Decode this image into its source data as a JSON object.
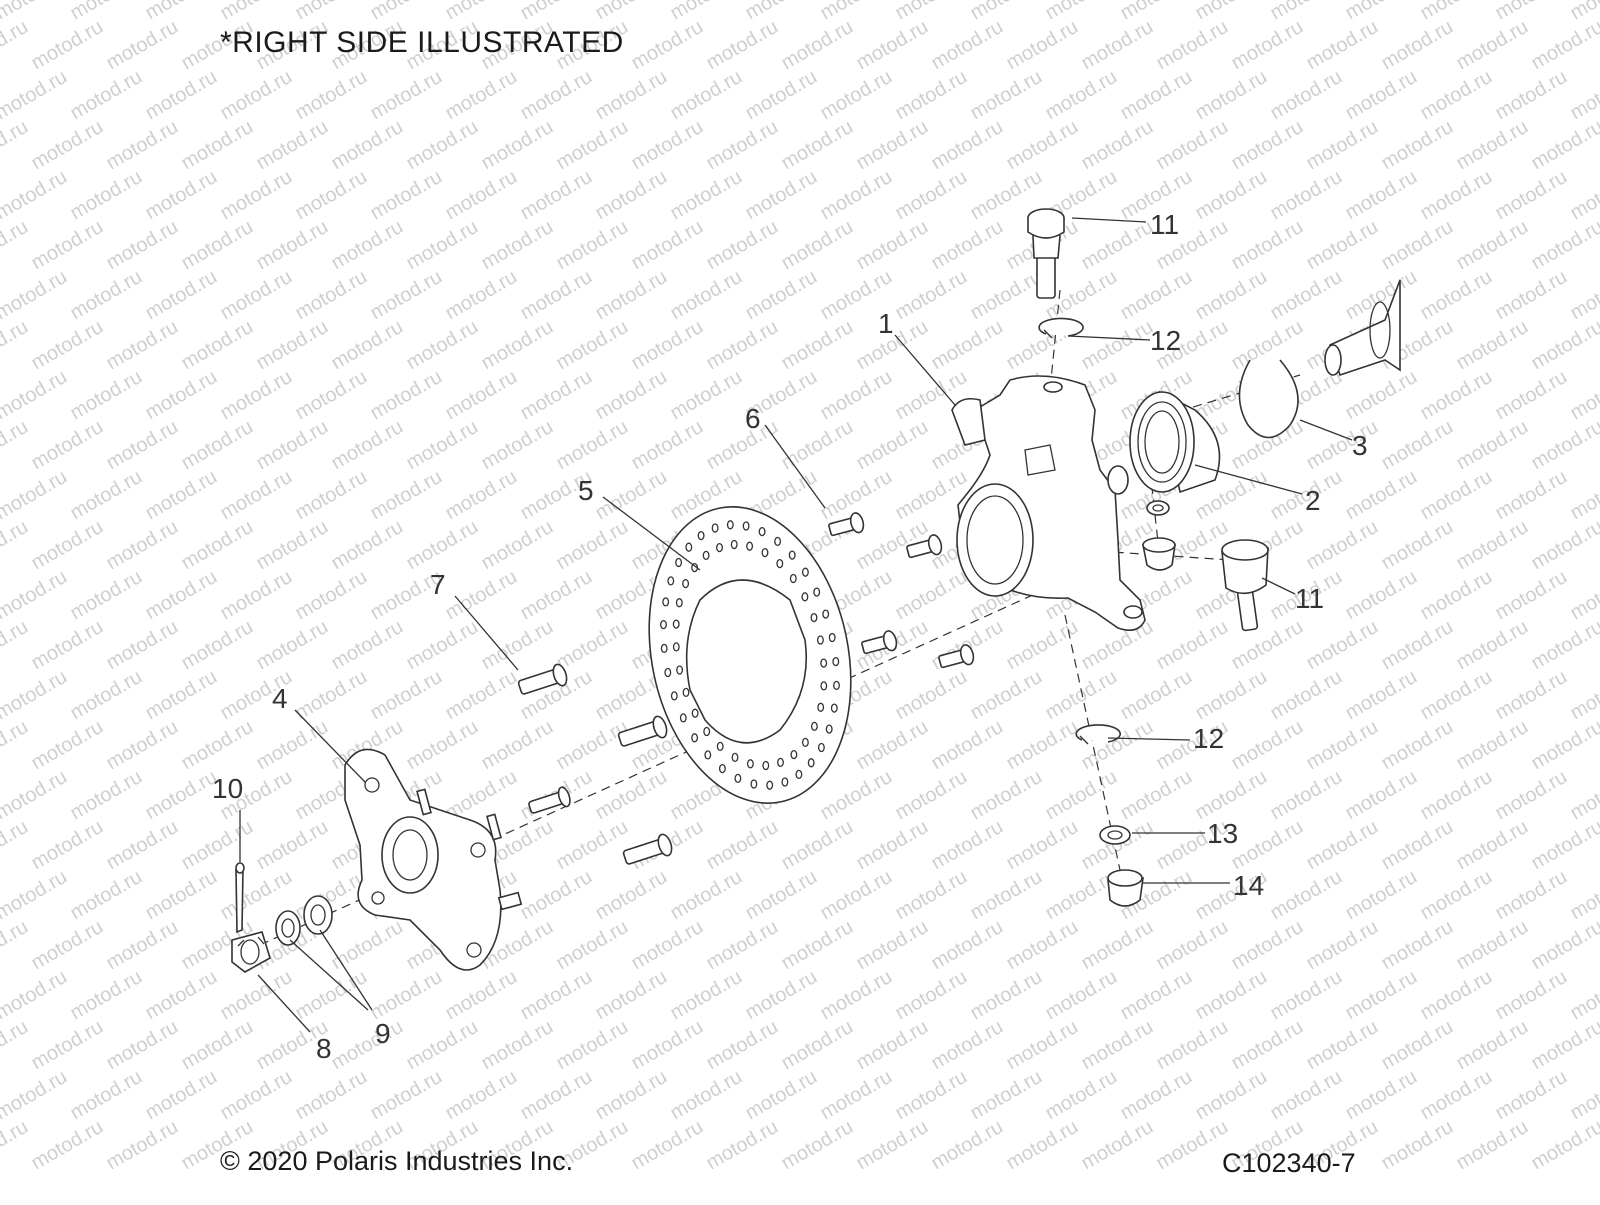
{
  "header": {
    "note": "*RIGHT SIDE ILLUSTRATED"
  },
  "footer": {
    "copyright": "© 2020 Polaris Industries Inc.",
    "diagram_code": "C102340-7"
  },
  "watermark": {
    "text": "motod.ru"
  },
  "callouts": {
    "c1": "1",
    "c2": "2",
    "c3": "3",
    "c4": "4",
    "c5": "5",
    "c6": "6",
    "c7": "7",
    "c8": "8",
    "c9": "9",
    "c10": "10",
    "c11a": "11",
    "c11b": "11",
    "c12a": "12",
    "c12b": "12",
    "c13": "13",
    "c14": "14"
  }
}
